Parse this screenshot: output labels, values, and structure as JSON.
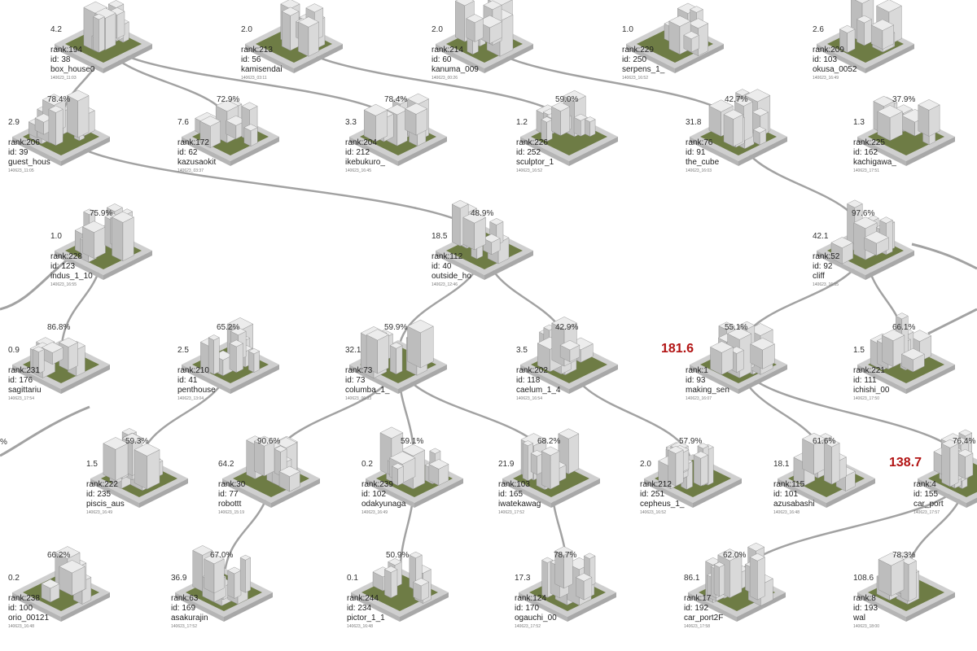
{
  "nodes": [
    {
      "id": "n194",
      "rank": "rank:194",
      "nid": "id: 38",
      "name": "box_house0",
      "time": "140623_11:03",
      "score": "4.2",
      "pct": ""
    },
    {
      "id": "n213",
      "rank": "rank:213",
      "nid": "id: 56",
      "name": "kamisendai",
      "time": "140623_03:11",
      "score": "2.0",
      "pct": ""
    },
    {
      "id": "n214",
      "rank": "rank:214",
      "nid": "id: 60",
      "name": "kanuma_009",
      "time": "140623_00:26",
      "score": "2.0",
      "pct": ""
    },
    {
      "id": "n229",
      "rank": "rank:229",
      "nid": "id: 250",
      "name": "serpens_1_",
      "time": "140623_16:52",
      "score": "1.0",
      "pct": ""
    },
    {
      "id": "n209",
      "rank": "rank:209",
      "nid": "id: 103",
      "name": "okusa_0052",
      "time": "140623_16:49",
      "score": "2.6",
      "pct": ""
    },
    {
      "id": "n206",
      "rank": "rank:206",
      "nid": "id: 39",
      "name": "guest_hous",
      "time": "140623_11:05",
      "score": "2.9",
      "pct": "78.4%"
    },
    {
      "id": "n172",
      "rank": "rank:172",
      "nid": "id: 62",
      "name": "kazusaokit",
      "time": "140623_03:37",
      "score": "7.6",
      "pct": "72.9%"
    },
    {
      "id": "n204",
      "rank": "rank:204",
      "nid": "id: 212",
      "name": "ikebukuro_",
      "time": "140623_16:45",
      "score": "3.3",
      "pct": "78.4%"
    },
    {
      "id": "n226",
      "rank": "rank:226",
      "nid": "id: 252",
      "name": "sculptor_1",
      "time": "140623_16:52",
      "score": "1.2",
      "pct": "59.0%"
    },
    {
      "id": "n76",
      "rank": "rank:76",
      "nid": "id: 91",
      "name": "the_cube",
      "time": "140623_16:03",
      "score": "31.8",
      "pct": "42.7%"
    },
    {
      "id": "n225",
      "rank": "rank:225",
      "nid": "id: 162",
      "name": "kachigawa_",
      "time": "140623_17:51",
      "score": "1.3",
      "pct": "37.9%"
    },
    {
      "id": "n228",
      "rank": "rank:228",
      "nid": "id: 123",
      "name": "indus_1_10",
      "time": "140623_16:55",
      "score": "1.0",
      "pct": "75.9%"
    },
    {
      "id": "n112",
      "rank": "rank:112",
      "nid": "id: 40",
      "name": "outside_ho",
      "time": "140623_12:46",
      "score": "18.5",
      "pct": "48.9%"
    },
    {
      "id": "n52",
      "rank": "rank:52",
      "nid": "id: 92",
      "name": "cliff",
      "time": "140623_16:55",
      "score": "42.1",
      "pct": "97.6%"
    },
    {
      "id": "n231",
      "rank": "rank:231",
      "nid": "id: 176",
      "name": "sagittariu",
      "time": "140623_17:54",
      "score": "0.9",
      "pct": "86.8%"
    },
    {
      "id": "n210",
      "rank": "rank:210",
      "nid": "id: 41",
      "name": "penthouse",
      "time": "140623_13:04",
      "score": "2.5",
      "pct": "65.2%"
    },
    {
      "id": "n73",
      "rank": "rank:73",
      "nid": "id: 73",
      "name": "columba_1_",
      "time": "140623_06:33",
      "score": "32.1",
      "pct": "59.9%"
    },
    {
      "id": "n202",
      "rank": "rank:202",
      "nid": "id: 118",
      "name": "caelum_1_4",
      "time": "140623_16:54",
      "score": "3.5",
      "pct": "42.9%"
    },
    {
      "id": "n1",
      "rank": "rank:1",
      "nid": "id: 93",
      "name": "making_sen",
      "time": "140623_16:07",
      "score": "181.6",
      "pct": "55.1%",
      "highlight": true
    },
    {
      "id": "n221",
      "rank": "rank:221",
      "nid": "id: 111",
      "name": "ichishi_00",
      "time": "140623_17:50",
      "score": "1.5",
      "pct": "66.1%"
    },
    {
      "id": "n222",
      "rank": "rank:222",
      "nid": "id: 235",
      "name": "piscis_aus",
      "time": "140623_16:49",
      "score": "1.5",
      "pct": "59.3%"
    },
    {
      "id": "n30",
      "rank": "rank:30",
      "nid": "id: 77",
      "name": "robottt",
      "time": "140623_15:19",
      "score": "64.2",
      "pct": "90.6%"
    },
    {
      "id": "n239",
      "rank": "rank:239",
      "nid": "id: 102",
      "name": "odakyunaga",
      "time": "140623_16:49",
      "score": "0.2",
      "pct": "59.1%"
    },
    {
      "id": "n103",
      "rank": "rank:103",
      "nid": "id: 165",
      "name": "iwatekawag",
      "time": "140623_17:52",
      "score": "21.9",
      "pct": "68.2%"
    },
    {
      "id": "n212",
      "rank": "rank:212",
      "nid": "id: 251",
      "name": "cepheus_1_",
      "time": "140623_16:52",
      "score": "2.0",
      "pct": "57.9%"
    },
    {
      "id": "n115",
      "rank": "rank:115",
      "nid": "id: 101",
      "name": "azusabashi",
      "time": "140623_16:48",
      "score": "18.1",
      "pct": "61.6%"
    },
    {
      "id": "n4",
      "rank": "rank:4",
      "nid": "id: 155",
      "name": "car_port",
      "time": "140623_17:57",
      "score": "138.7",
      "pct": "76.4%",
      "highlight": true
    },
    {
      "id": "n238",
      "rank": "rank:238",
      "nid": "id: 100",
      "name": "orio_00121",
      "time": "140623_16:48",
      "score": "0.2",
      "pct": "66.2%"
    },
    {
      "id": "n63",
      "rank": "rank:63",
      "nid": "id: 169",
      "name": "asakurajin",
      "time": "140623_17:52",
      "score": "36.9",
      "pct": "67.0%"
    },
    {
      "id": "n244",
      "rank": "rank:244",
      "nid": "id: 234",
      "name": "pictor_1_1",
      "time": "140623_16:48",
      "score": "0.1",
      "pct": "50.9%"
    },
    {
      "id": "n124",
      "rank": "rank:124",
      "nid": "id: 170",
      "name": "ogauchi_00",
      "time": "140623_17:52",
      "score": "17.3",
      "pct": "78.7%"
    },
    {
      "id": "n17",
      "rank": "rank:17",
      "nid": "id: 192",
      "name": "car_port2F",
      "time": "140623_17:58",
      "score": "86.1",
      "pct": "62.0%"
    },
    {
      "id": "n8",
      "rank": "rank:8",
      "nid": "id: 193",
      "name": "wal",
      "time": "140623_18:00",
      "score": "108.6",
      "pct": "78.3%"
    }
  ],
  "partial_labels": [
    {
      "id": "edge-left-pct",
      "text": "%"
    }
  ],
  "edges": [
    [
      "n194",
      "n206"
    ],
    [
      "n194",
      "n204"
    ],
    [
      "n194",
      "n172"
    ],
    [
      "n213",
      "n226"
    ],
    [
      "n214",
      "n76"
    ],
    [
      "n76",
      "n52"
    ],
    [
      "n52",
      "n1"
    ],
    [
      "n52",
      "n221"
    ],
    [
      "n206",
      "n112"
    ],
    [
      "n112",
      "n73"
    ],
    [
      "n112",
      "n202"
    ],
    [
      "n228",
      "n231"
    ],
    [
      "n210",
      "n222"
    ],
    [
      "n73",
      "n30"
    ],
    [
      "n73",
      "n239"
    ],
    [
      "n73",
      "n103"
    ],
    [
      "n202",
      "n212"
    ],
    [
      "n1",
      "n115"
    ],
    [
      "n1",
      "n4"
    ],
    [
      "n30",
      "n63"
    ],
    [
      "n239",
      "n244"
    ],
    [
      "n103",
      "n124"
    ],
    [
      "n4",
      "n17"
    ],
    [
      "n4",
      "n8"
    ]
  ],
  "colors": {
    "base": "#cfcfcf",
    "base_dark": "#b5b5b5",
    "grass": "#6e7c45",
    "edge": "#7a7a7a",
    "highlight": "#b21414"
  }
}
